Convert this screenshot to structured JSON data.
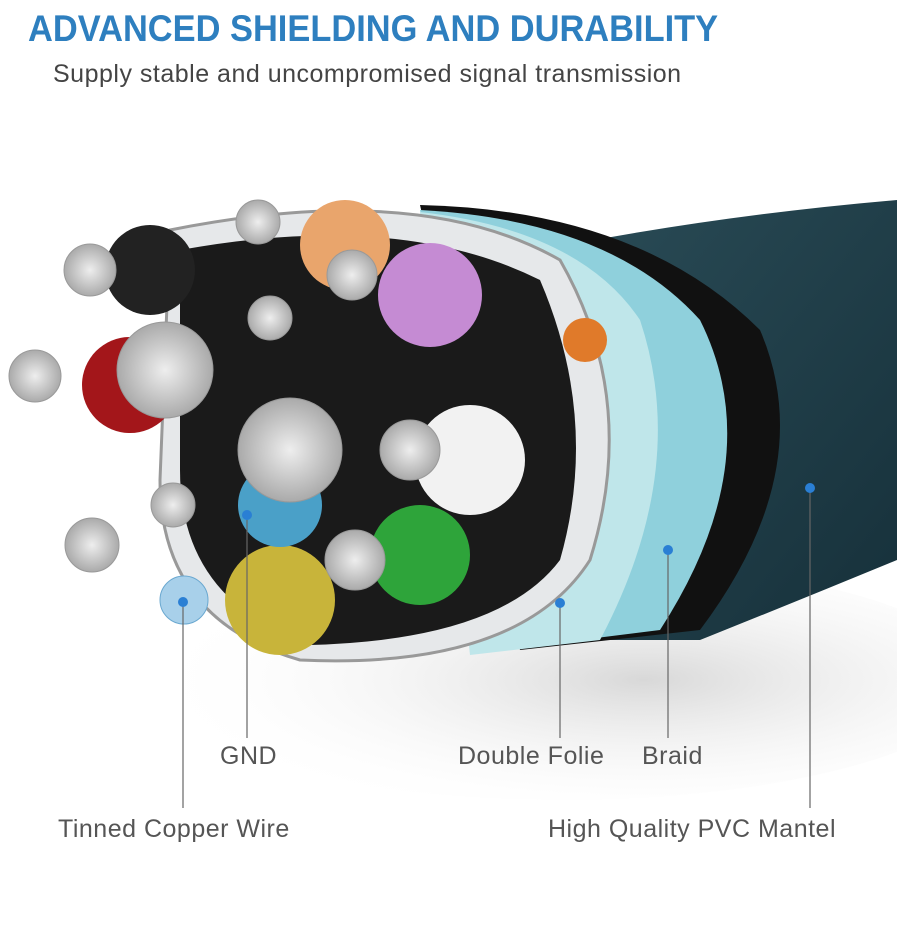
{
  "header": {
    "title": "ADVANCED SHIELDING AND DURABILITY",
    "subtitle": "Supply stable and uncompromised signal transmission"
  },
  "labels": {
    "gnd": "GND",
    "double_folie": "Double Folie",
    "braid": "Braid",
    "tinned_copper": "Tinned Copper Wire",
    "pvc_mantel": "High Quality PVC Mantel"
  },
  "colors": {
    "title": "#2e7fbf",
    "marker": "#2a7fd4",
    "jacket": "#1f3a44",
    "braid": "#8fd0dc",
    "folie": "#bfe6ea"
  }
}
